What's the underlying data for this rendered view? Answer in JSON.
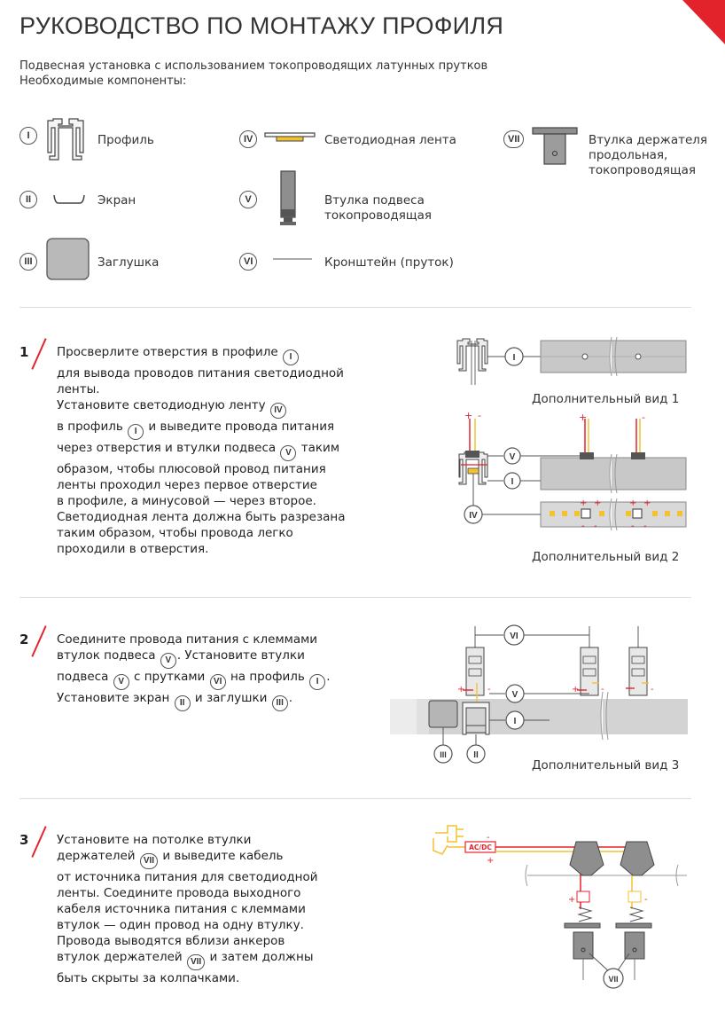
{
  "header": {
    "title": "РУКОВОДСТВО ПО МОНТАЖУ ПРОФИЛЯ",
    "subtitle": "Подвесная установка с использованием токопроводящих латунных прутков",
    "components_heading": "Необходимые компоненты:"
  },
  "accent_color": "#e3232b",
  "components": [
    {
      "num": "I",
      "label": "Профиль"
    },
    {
      "num": "II",
      "label": "Экран"
    },
    {
      "num": "III",
      "label": "Заглушка"
    },
    {
      "num": "IV",
      "label": "Светодиодная лента"
    },
    {
      "num": "V",
      "label_1": "Втулка подвеса",
      "label_2": "токопроводящая"
    },
    {
      "num": "VI",
      "label": "Кронштейн (пруток)"
    },
    {
      "num": "VII",
      "label_1": "Втулка держателя",
      "label_2": "продольная,",
      "label_3": "токопроводящая"
    }
  ],
  "steps": [
    {
      "num": "1",
      "lines": {
        "l1": "Просверлите отверстия в профиле",
        "l2": "для вывода проводов питания светодиодной",
        "l3": "ленты.",
        "l4": "Установите светодиодную ленту",
        "l5a": "в профиль",
        "l5b": "и выведите провода питания",
        "l6a": "через отверстия и втулки подвеса",
        "l6b": "таким",
        "l7": "образом, чтобы плюсовой провод питания",
        "l8": "ленты проходил через первое отверстие",
        "l9": "в профиле, а минусовой — через второе.",
        "l10": "Светодиодная лента должна быть разрезана",
        "l11": "таким образом, чтобы провода легко",
        "l12": "проходили в отверстия."
      },
      "view_1": "Дополнительный вид 1",
      "view_2": "Дополнительный вид 2"
    },
    {
      "num": "2",
      "lines": {
        "l1": "Соедините провода питания с клеммами",
        "l2a": "втулок подвеса",
        "l2b": ". Установите втулки",
        "l3a": "подвеса",
        "l3b": "с прутками",
        "l3c": "на профиль",
        "l3d": ".",
        "l4a": "Установите экран",
        "l4b": "и заглушки",
        "l4c": "."
      },
      "view_3": "Дополнительный вид 3"
    },
    {
      "num": "3",
      "lines": {
        "l1": "Установите на потолке втулки",
        "l2a": "держателей",
        "l2b": "и выведите кабель",
        "l3": "от источника питания для светодиодной",
        "l4": "ленты. Соедините провода выходного",
        "l5": "кабеля источника питания с клеммами",
        "l6": "втулок — один провод на одну втулку.",
        "l7": "Провода выводятся вблизи анкеров",
        "l8a": "втулок держателей",
        "l8b": "и затем должны",
        "l9": "быть скрыты за колпачками."
      },
      "psu_label": "AC/DC"
    }
  ],
  "plus": "+",
  "minus": "-"
}
